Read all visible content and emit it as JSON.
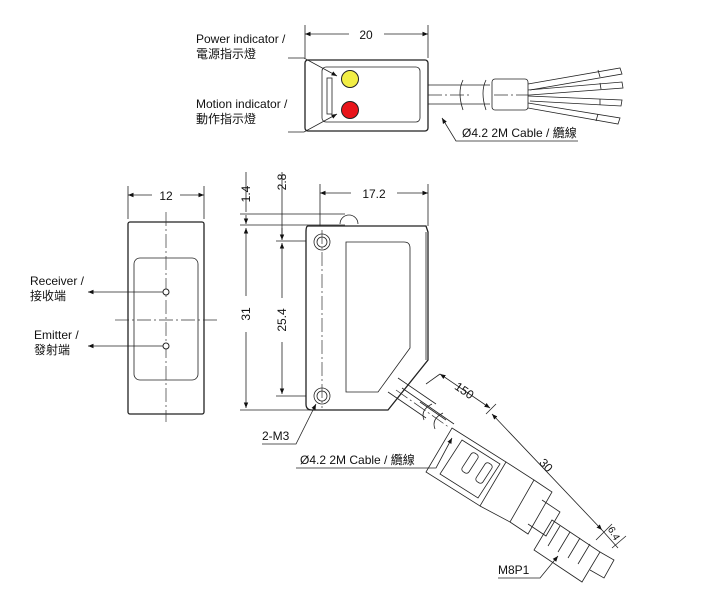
{
  "top_view": {
    "width_dim": "20",
    "power_label_en": "Power indicator /",
    "power_label_zh": "電源指示燈",
    "motion_label_en": "Motion indicator /",
    "motion_label_zh": "動作指示燈",
    "cable_label": "Ø4.2  2M Cable / 纜線",
    "power_led_color": "#f2ee45",
    "motion_led_color": "#e8141a"
  },
  "front_view": {
    "width_dim": "12",
    "receiver_label_en": "Receiver /",
    "receiver_label_zh": "接收端",
    "emitter_label_en": "Emitter /",
    "emitter_label_zh": "發射端"
  },
  "side_view": {
    "dim_1_4": "1.4",
    "dim_2_8": "2.8",
    "dim_17_2": "17.2",
    "dim_31": "31",
    "dim_25_4": "25.4",
    "hole_label": "2-M3",
    "cable_label": "Ø4.2  2M Cable / 纜線",
    "dim_150": "150",
    "dim_30": "30",
    "dim_6_4": "6.4",
    "connector_label": "M8P1"
  }
}
